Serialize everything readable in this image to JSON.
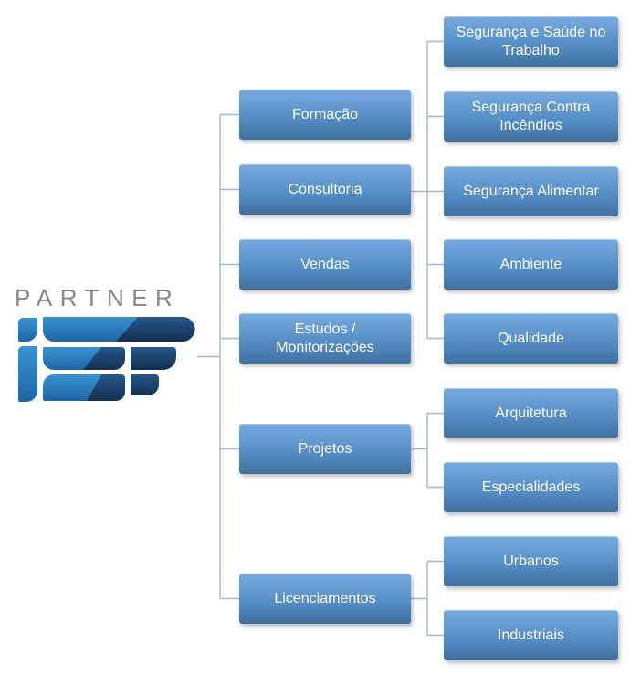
{
  "logo": {
    "brand": "PARTNER",
    "mark": "ief-monogram"
  },
  "colors": {
    "box_gradient_top": "#76abdf",
    "box_gradient_bottom": "#40709e",
    "box_text": "#fdfdfe",
    "connector": "#9fb6d4",
    "brand_text": "#85878a",
    "logo_light_blue": "#3a93d0",
    "logo_dark_blue": "#16355a"
  },
  "diagram": {
    "type": "org-chart",
    "root_label": "PARTNER",
    "level1": [
      {
        "label": "Formação"
      },
      {
        "label": "Consultoria"
      },
      {
        "label": "Vendas"
      },
      {
        "label": "Estudos / Monitorizações"
      },
      {
        "label": "Projetos"
      },
      {
        "label": "Licenciamentos"
      }
    ],
    "level2": [
      {
        "label": "Segurança e Saúde no Trabalho",
        "parent": "Consultoria"
      },
      {
        "label": "Segurança Contra Incêndios",
        "parent": "Consultoria"
      },
      {
        "label": "Segurança Alimentar",
        "parent": "Consultoria"
      },
      {
        "label": "Ambiente",
        "parent": "Consultoria"
      },
      {
        "label": "Qualidade",
        "parent": "Consultoria"
      },
      {
        "label": "Arquitetura",
        "parent": "Projetos"
      },
      {
        "label": "Especialidades",
        "parent": "Projetos"
      },
      {
        "label": "Urbanos",
        "parent": "Licenciamentos"
      },
      {
        "label": "Industriais",
        "parent": "Licenciamentos"
      }
    ]
  }
}
